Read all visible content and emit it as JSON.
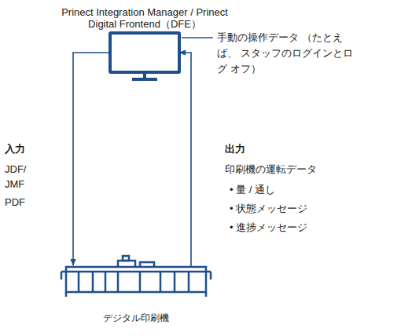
{
  "diagram": {
    "nodes": [
      {
        "text": [
          "Prinect Integration Manager / Prinect Digital Frontend（DFE）"
        ]
      },
      {
        "text": [
          "デジタル印刷機"
        ]
      }
    ],
    "edges": [
      {
        "from": 0,
        "to": 1,
        "arrow": "to"
      },
      {
        "from": 1,
        "to": 0,
        "arrow": "to"
      }
    ],
    "labels": [
      "手動の操作データ （たとえば、 スタッフのログインとログ オフ）",
      "入力",
      "JDF/ JMF",
      "PDF",
      "出力",
      "印刷機の運転データ",
      "• 量 / 通し",
      "• 状態メッセージ",
      "• 進捗メッセージ"
    ]
  }
}
